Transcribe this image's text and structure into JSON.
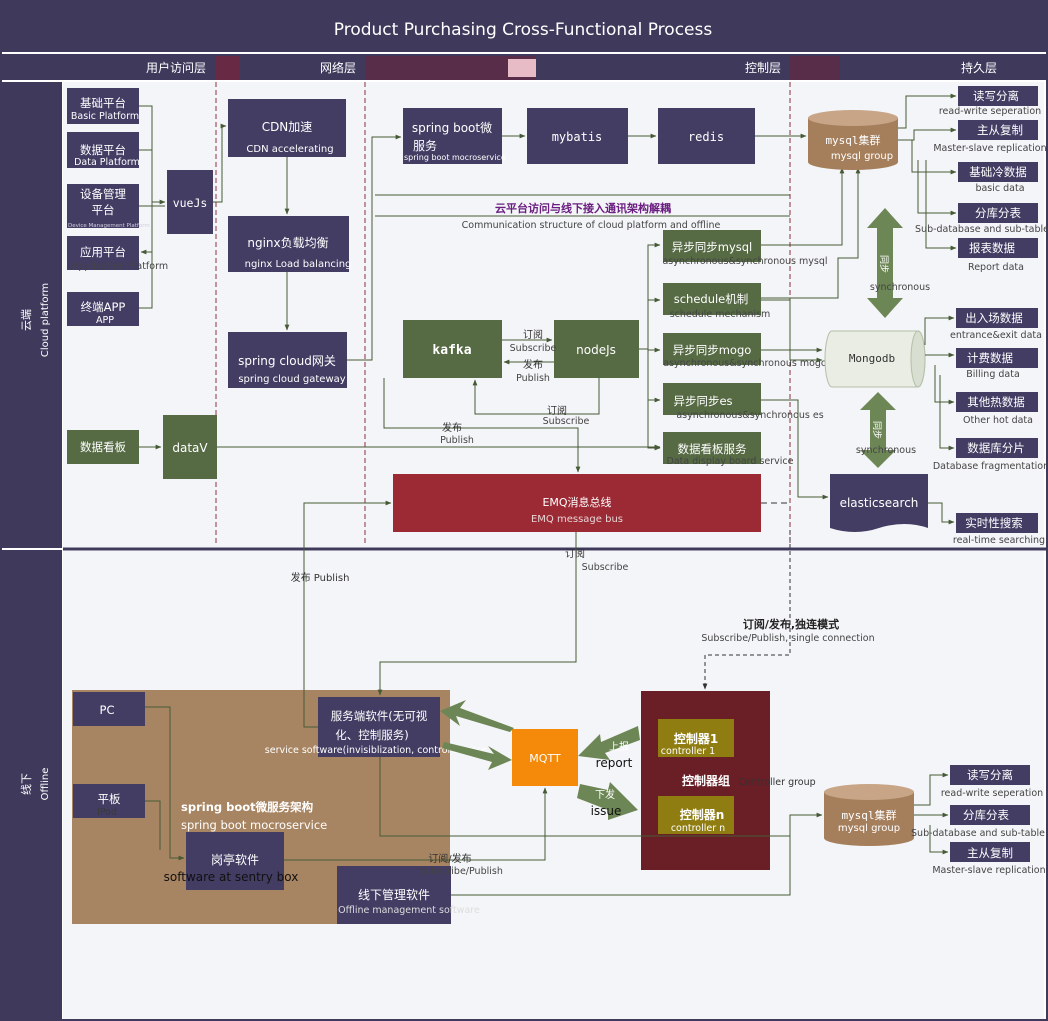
{
  "title": "Product Purchasing Cross-Functional Process",
  "lanes": {
    "user_access": "用户访问层",
    "network": "网络层",
    "control": "控制层",
    "persistence": "持久层"
  },
  "zones": {
    "cloud": {
      "cn": "云端",
      "en": "Cloud platform"
    },
    "offline": {
      "cn": "线下",
      "en": "Offline"
    }
  },
  "clients": [
    {
      "cn": "基础平台",
      "en": "Basic Platform"
    },
    {
      "cn": "数据平台",
      "en": "Data Platform"
    },
    {
      "cn": "设备管理平台",
      "en": "Device Management Platform"
    },
    {
      "cn": "应用平台",
      "en": "Application Platform"
    },
    {
      "cn": "终端APP",
      "en": "APP"
    }
  ],
  "vue": "vueJs",
  "cdn": {
    "cn": "CDN加速",
    "en": "CDN accelerating"
  },
  "nginx": {
    "cn": "nginx负载均衡",
    "en": "nginx Load balancing"
  },
  "gateway": {
    "cn": "spring cloud网关",
    "en": "spring cloud gateway"
  },
  "springboot": {
    "cn": "spring boot微服务",
    "en": "spring boot mocroservice"
  },
  "mybatis": "mybatis",
  "redis": "redis",
  "comm": {
    "cn": "云平台访问与线下接入通讯架构解耦",
    "en": "Communication structure of cloud platform and offline"
  },
  "kafka": "kafka",
  "nodejs": "nodeJs",
  "dashboard": "数据看板",
  "datav": "dataV",
  "services": [
    {
      "cn": "异步同步mysql",
      "en": "asynchronous&synchronous mysql"
    },
    {
      "cn": "schedule机制",
      "en": "schedule mechanism"
    },
    {
      "cn": "异步同步mogo",
      "en": "asynchronous&synchronous mogo"
    },
    {
      "cn": "异步同步es",
      "en": "asynchronous&synchronous es"
    },
    {
      "cn": "数据看板服务",
      "en": "Data display board service"
    }
  ],
  "emq": {
    "cn": "EMQ消息总线",
    "en": "EMQ message bus"
  },
  "mysql_cloud": {
    "cn": "mysql集群",
    "en": "mysql group"
  },
  "mongodb": "Mongodb",
  "elasticsearch": "elasticsearch",
  "sync": {
    "cn": "同步",
    "en": "synchronous"
  },
  "mysql_outputs": [
    {
      "cn": "读写分离",
      "en": "read-write seperation"
    },
    {
      "cn": "主从复制",
      "en": "Master-slave replication"
    },
    {
      "cn": "基础冷数据",
      "en": "basic data"
    },
    {
      "cn": "分库分表",
      "en": "Sub-database and sub-table"
    },
    {
      "cn": "报表数据",
      "en": "Report data"
    }
  ],
  "mongo_outputs": [
    {
      "cn": "出入场数据",
      "en": "entrance&exit data"
    },
    {
      "cn": "计费数据",
      "en": "Billing data"
    },
    {
      "cn": "其他热数据",
      "en": "Other hot data"
    },
    {
      "cn": "数据库分片",
      "en": "Database fragmentation"
    }
  ],
  "es_output": {
    "cn": "实时性搜索",
    "en": "real-time searching"
  },
  "labels": {
    "subscribe_cn": "订阅",
    "subscribe_en": "Subscribe",
    "publish_cn": "发布",
    "publish_en": "Publish",
    "publish_mixed": "发布 Publish",
    "subpub_cn": "订阅/发布",
    "subpub_en": "Subscribe/Publish",
    "single_cn": "订阅/发布,独连模式",
    "single_en": "Subscribe/Publish, single connection",
    "report_cn": "上报",
    "report_en": "report",
    "issue_cn": "下发",
    "issue_en": "issue"
  },
  "offline": {
    "pc": "PC",
    "pad": {
      "cn": "平板",
      "en": "IPod"
    },
    "sb_arch": {
      "cn": "spring boot微服务架构",
      "en": "spring boot mocroservice"
    },
    "service_sw": {
      "cn": "服务端软件(无可视化、控制服务)",
      "cn1": "服务端软件(无可视",
      "cn2": "化、控制服务)",
      "en": "service software(invisiblization, control service"
    },
    "mqtt": "MQTT",
    "sentry": {
      "cn": "岗亭软件",
      "en": "software at sentry box"
    },
    "offline_mgmt": {
      "cn": "线下管理软件",
      "en": "Offline management software"
    },
    "ctrl_group": {
      "cn": "控制器组",
      "en": "Controller group"
    },
    "ctrl1": {
      "cn": "控制器1",
      "en": "controller 1"
    },
    "ctrln": {
      "cn": "控制器n",
      "en": "controller n"
    },
    "mysql": {
      "cn": "mysql集群",
      "en": "mysql group"
    },
    "outputs": [
      {
        "cn": "读写分离",
        "en": "read-write seperation"
      },
      {
        "cn": "分库分表",
        "en": "Sub-database and sub-table"
      },
      {
        "cn": "主从复制",
        "en": "Master-slave replication"
      }
    ]
  },
  "colors": {
    "frame": "#3f3a5c",
    "node_purple": "#433c63",
    "node_green": "#566a44",
    "emq": "#9c2a35",
    "mqtt": "#f58a0a",
    "controller_group": "#6a1e26",
    "controller": "#8f7d12",
    "brown_area": "#a88562",
    "db_brown": "#a57f5c",
    "arrow_green": "#6d8656"
  }
}
